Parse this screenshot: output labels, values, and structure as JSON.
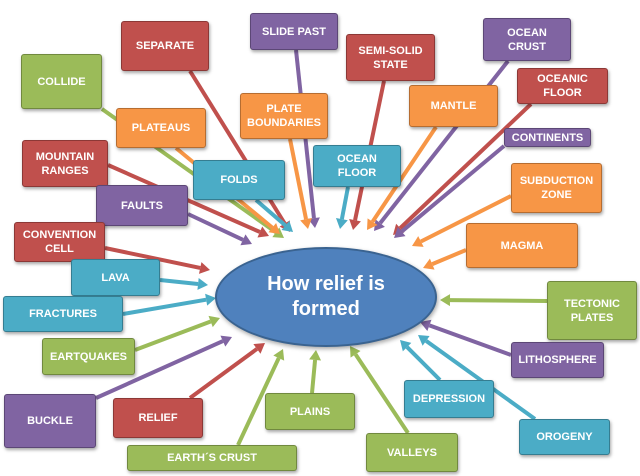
{
  "center": "How relief is formed",
  "nodes": [
    {
      "label": "SEPARATE",
      "color": "red"
    },
    {
      "label": "SLIDE PAST",
      "color": "purple"
    },
    {
      "label": "SEMI-SOLID STATE",
      "color": "red"
    },
    {
      "label": "OCEAN CRUST",
      "color": "purple"
    },
    {
      "label": "COLLIDE",
      "color": "green"
    },
    {
      "label": "PLATE BOUNDARIES",
      "color": "orange"
    },
    {
      "label": "MANTLE",
      "color": "orange"
    },
    {
      "label": "OCEANIC FLOOR",
      "color": "red"
    },
    {
      "label": "PLATEAUS",
      "color": "orange"
    },
    {
      "label": "OCEAN FLOOR",
      "color": "teal"
    },
    {
      "label": "CONTINENTS",
      "color": "purple"
    },
    {
      "label": "MOUNTAIN RANGES",
      "color": "red"
    },
    {
      "label": "FOLDS",
      "color": "teal"
    },
    {
      "label": "SUBDUCTION ZONE",
      "color": "orange"
    },
    {
      "label": "FAULTS",
      "color": "purple"
    },
    {
      "label": "MAGMA",
      "color": "orange"
    },
    {
      "label": "CONVENTION CELL",
      "color": "red"
    },
    {
      "label": "LAVA",
      "color": "teal"
    },
    {
      "label": "TECTONIC PLATES",
      "color": "green"
    },
    {
      "label": "FRACTURES",
      "color": "teal"
    },
    {
      "label": "EARTQUAKES",
      "color": "green"
    },
    {
      "label": "LITHOSPHERE",
      "color": "purple"
    },
    {
      "label": "DEPRESSION",
      "color": "teal"
    },
    {
      "label": "BUCKLE",
      "color": "purple"
    },
    {
      "label": "RELIEF",
      "color": "red"
    },
    {
      "label": "PLAINS",
      "color": "green"
    },
    {
      "label": "OROGENY",
      "color": "teal"
    },
    {
      "label": "EARTH´S CRUST",
      "color": "green"
    },
    {
      "label": "VALLEYS",
      "color": "green"
    }
  ],
  "colors": {
    "red": "#c0504d",
    "purple": "#8064a2",
    "green": "#9bbb59",
    "orange": "#f79646",
    "teal": "#4bacc6",
    "center": "#4f81bd"
  }
}
